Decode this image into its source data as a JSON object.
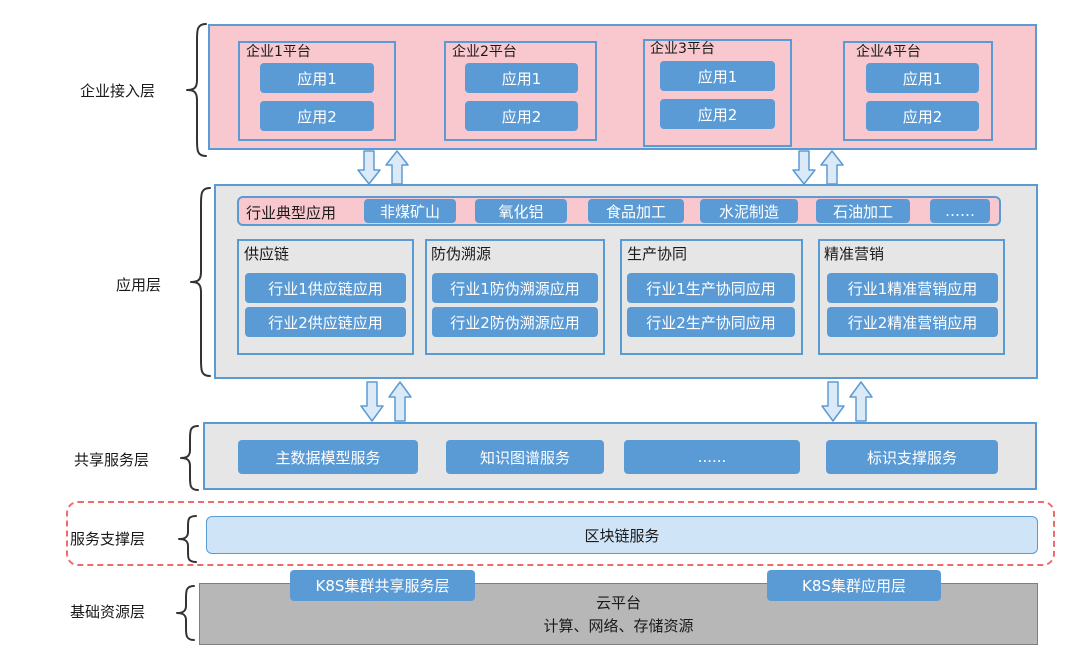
{
  "layers": {
    "enterprise": "企业接入层",
    "application": "应用层",
    "shared": "共享服务层",
    "support": "服务支撑层",
    "base": "基础资源层"
  },
  "enterprise_platforms": [
    {
      "title": "企业1平台",
      "apps": [
        "应用1",
        "应用2"
      ]
    },
    {
      "title": "企业2平台",
      "apps": [
        "应用1",
        "应用2"
      ]
    },
    {
      "title": "企业3平台",
      "apps": [
        "应用1",
        "应用2"
      ]
    },
    {
      "title": "企业4平台",
      "apps": [
        "应用1",
        "应用2"
      ]
    }
  ],
  "industry_bar": {
    "title": "行业典型应用",
    "items": [
      "非煤矿山",
      "氧化铝",
      "食品加工",
      "水泥制造",
      "石油加工",
      "……"
    ]
  },
  "app_categories": [
    {
      "title": "供应链",
      "apps": [
        "行业1供应链应用",
        "行业2供应链应用"
      ]
    },
    {
      "title": "防伪溯源",
      "apps": [
        "行业1防伪溯源应用",
        "行业2防伪溯源应用"
      ]
    },
    {
      "title": "生产协同",
      "apps": [
        "行业1生产协同应用",
        "行业2生产协同应用"
      ]
    },
    {
      "title": "精准营销",
      "apps": [
        "行业1精准营销应用",
        "行业2精准营销应用"
      ]
    }
  ],
  "shared_services": [
    "主数据模型服务",
    "知识图谱服务",
    "......",
    "标识支撑服务"
  ],
  "support": {
    "blockchain": "区块链服务"
  },
  "base": {
    "k8s_shared": "K8S集群共享服务层",
    "k8s_app": "K8S集群应用层",
    "cloud": "云平台",
    "resources": "计算、网络、存储资源"
  },
  "colors": {
    "blue": "#5b9bd5",
    "pink": "#f9c8cf",
    "gray": "#e6e6e6",
    "light_blue": "#cfe4f7",
    "dash_red": "#ef6b6b",
    "base_gray": "#b7b7b7"
  }
}
